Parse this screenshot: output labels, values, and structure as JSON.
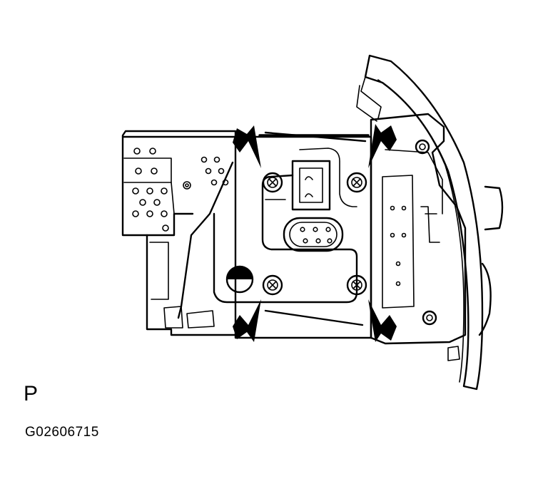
{
  "labels": {
    "view_letter": "P",
    "figure_code": "G02606715"
  },
  "colors": {
    "line": "#000000",
    "background": "#ffffff"
  },
  "callouts": {
    "arrow_count": 4,
    "bolt_count": 4
  }
}
